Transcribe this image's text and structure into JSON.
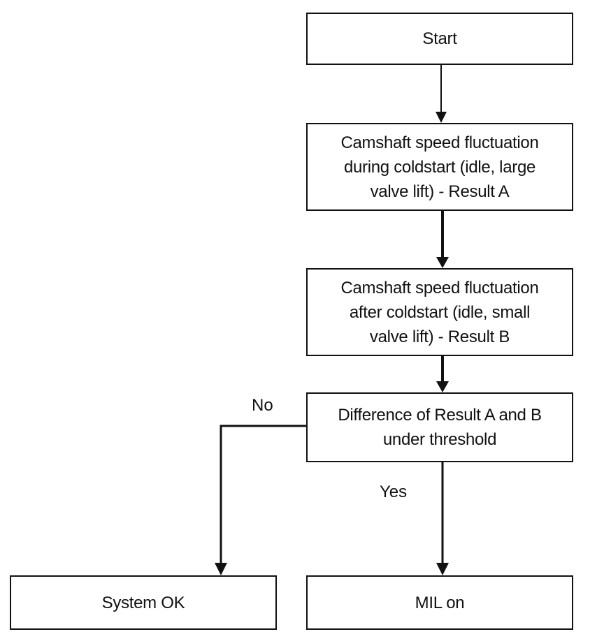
{
  "nodes": {
    "start": {
      "lines": [
        "Start"
      ]
    },
    "step_a": {
      "lines": [
        "Camshaft speed fluctuation",
        "during coldstart (idle, large",
        "valve lift) - Result A"
      ]
    },
    "step_b": {
      "lines": [
        "Camshaft speed fluctuation",
        "after coldstart (idle, small",
        "valve lift) - Result B"
      ]
    },
    "decision": {
      "lines": [
        "Difference of Result A and B",
        "under threshold"
      ]
    },
    "system_ok": {
      "lines": [
        "System OK"
      ]
    },
    "mil_on": {
      "lines": [
        "MIL on"
      ]
    }
  },
  "edge_labels": {
    "no": "No",
    "yes": "Yes"
  },
  "colors": {
    "stroke": "#111111",
    "background": "#ffffff"
  }
}
